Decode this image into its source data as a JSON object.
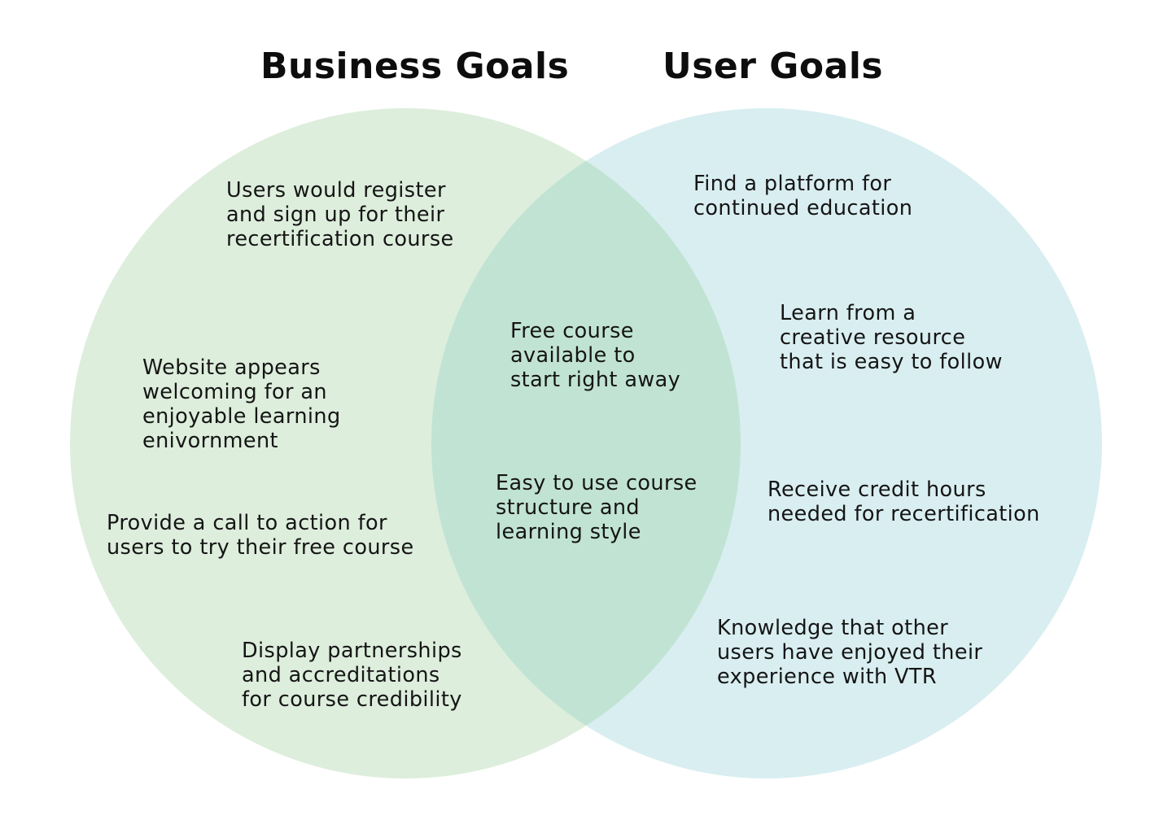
{
  "colors": {
    "business_circle": "#ddeedc",
    "user_circle": "#d9eef0",
    "overlap": "#c1e3d4",
    "text": "#151515"
  },
  "headings": {
    "business": "Business Goals",
    "user": "User Goals"
  },
  "business_goals": [
    {
      "lines": [
        "Users would register",
        "and sign up for their",
        "recertification course"
      ]
    },
    {
      "lines": [
        "Website appears",
        "welcoming for an",
        "enjoyable learning",
        "enivornment"
      ]
    },
    {
      "lines": [
        "Provide a call to action for",
        "users to try their free course"
      ]
    },
    {
      "lines": [
        "Display partnerships",
        "and accreditations",
        "for course credibility"
      ]
    }
  ],
  "shared_goals": [
    {
      "lines": [
        "Free course",
        "available to",
        "start right away"
      ]
    },
    {
      "lines": [
        "Easy to use course",
        "structure and",
        "learning style"
      ]
    }
  ],
  "user_goals": [
    {
      "lines": [
        "Find a platform for",
        "continued education"
      ]
    },
    {
      "lines": [
        "Learn from a",
        "creative resource",
        "that is easy to follow"
      ]
    },
    {
      "lines": [
        "Receive credit hours",
        "needed for recertification"
      ]
    },
    {
      "lines": [
        "Knowledge that other",
        "users have enjoyed their",
        "experience with VTR"
      ]
    }
  ]
}
